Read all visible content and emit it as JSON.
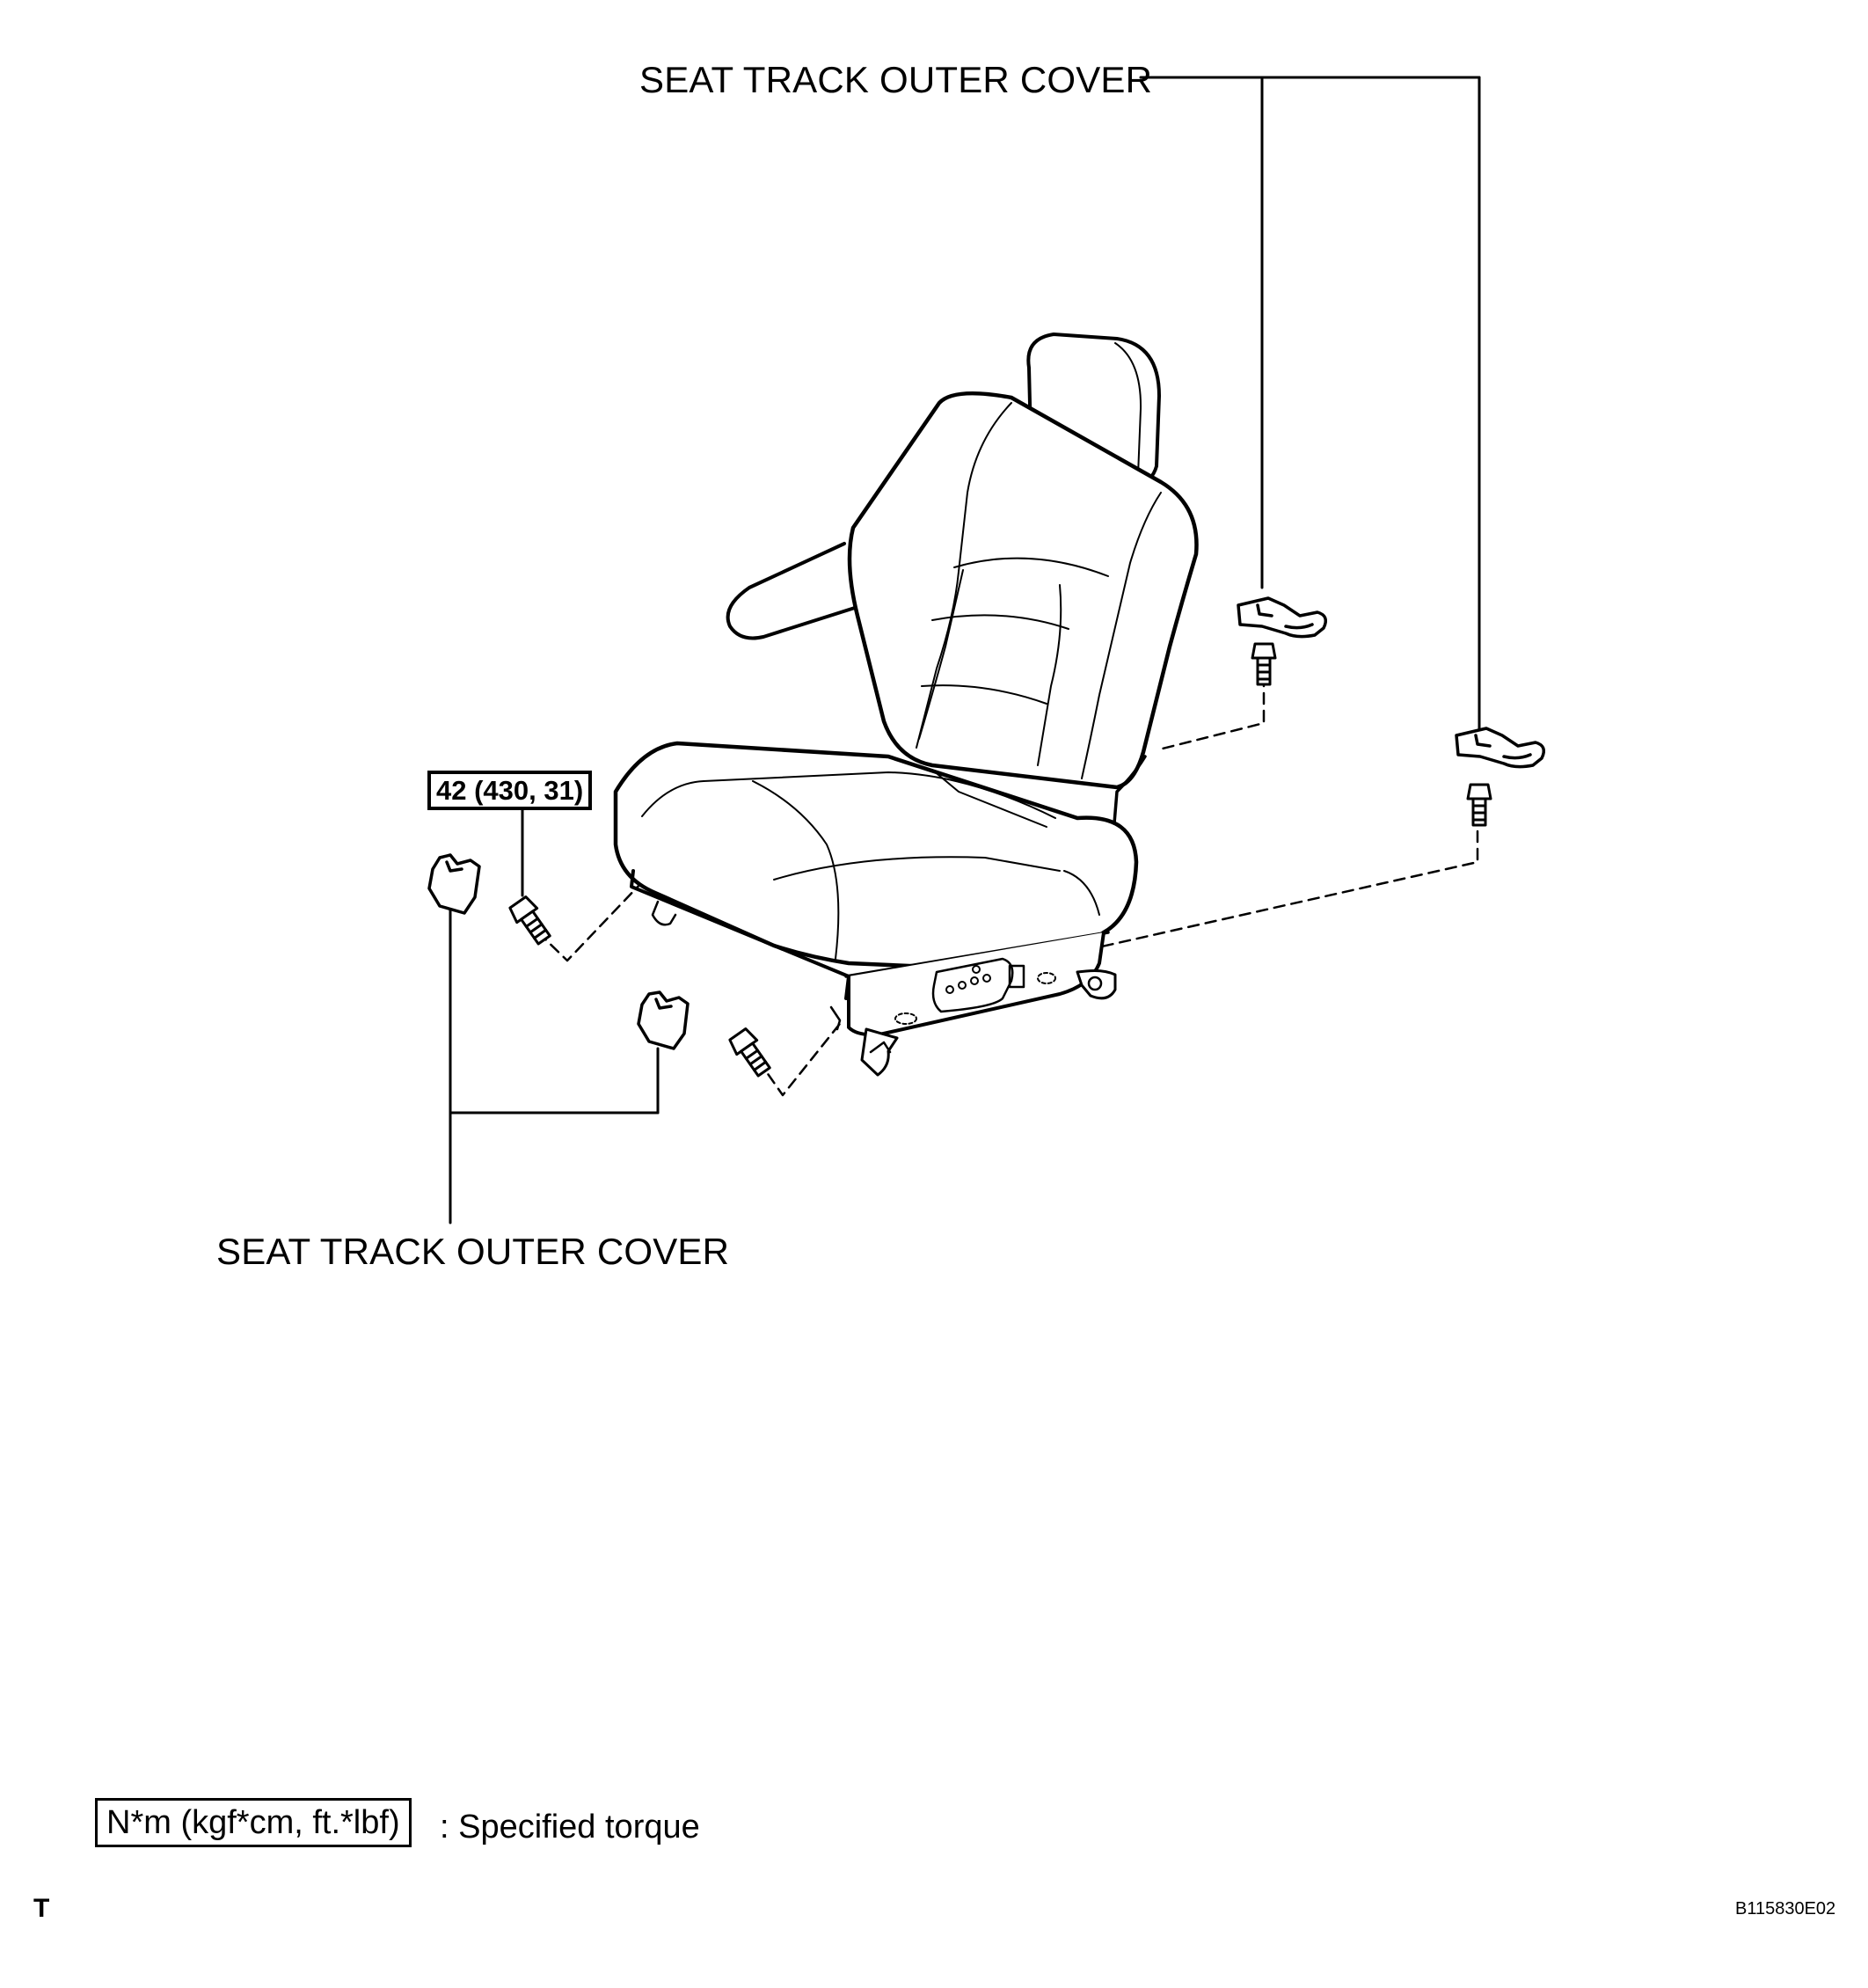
{
  "labels": {
    "cover_top": "SEAT TRACK OUTER COVER",
    "cover_bottom": "SEAT TRACK OUTER COVER",
    "torque_value": "42 (430, 31)"
  },
  "legend": {
    "unit": "N*m (kgf*cm, ft.*lbf)",
    "description": ": Specified torque"
  },
  "footer": {
    "letter": "T",
    "code": "B115830E02"
  }
}
